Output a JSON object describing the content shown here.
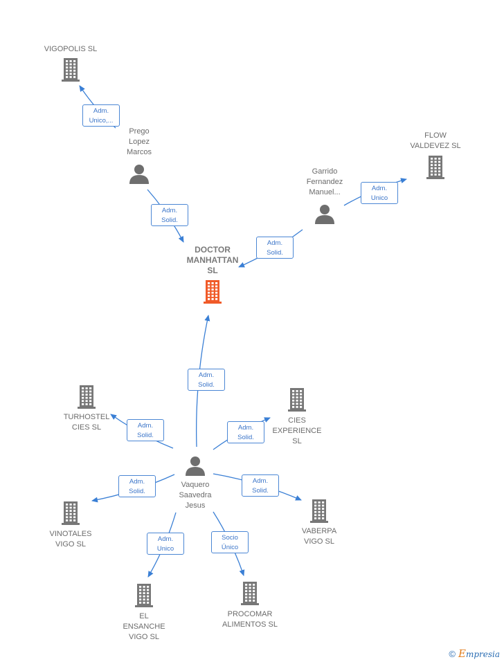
{
  "nodes": {
    "doctor": {
      "label": "DOCTOR\nMANHATTAN\nSL",
      "type": "company-main"
    },
    "vigopolis": {
      "label": "VIGOPOLIS  SL",
      "type": "company"
    },
    "prego": {
      "label": "Prego\nLopez\nMarcos",
      "type": "person"
    },
    "flow": {
      "label": "FLOW\nVALDEVEZ  SL",
      "type": "company"
    },
    "garrido": {
      "label": "Garrido\nFernandez\nManuel...",
      "type": "person"
    },
    "vaquero": {
      "label": "Vaquero\nSaavedra\nJesus",
      "type": "person"
    },
    "turhostel": {
      "label": "TURHOSTEL\nCIES SL",
      "type": "company"
    },
    "cies": {
      "label": "CIES\nEXPERIENCE\nSL",
      "type": "company"
    },
    "vinotales": {
      "label": "VINOTALES\nVIGO  SL",
      "type": "company"
    },
    "vaberpa": {
      "label": "VABERPA\nVIGO  SL",
      "type": "company"
    },
    "ensanche": {
      "label": "EL\nENSANCHE\nVIGO SL",
      "type": "company"
    },
    "procomar": {
      "label": "PROCOMAR\nALIMENTOS  SL",
      "type": "company"
    }
  },
  "edges": [
    {
      "from": "prego",
      "to": "vigopolis",
      "label": "Adm.\nUnico,..."
    },
    {
      "from": "prego",
      "to": "doctor",
      "label": "Adm.\nSolid."
    },
    {
      "from": "garrido",
      "to": "flow",
      "label": "Adm.\nUnico"
    },
    {
      "from": "garrido",
      "to": "doctor",
      "label": "Adm.\nSolid."
    },
    {
      "from": "vaquero",
      "to": "doctor",
      "label": "Adm.\nSolid."
    },
    {
      "from": "vaquero",
      "to": "turhostel",
      "label": "Adm.\nSolid."
    },
    {
      "from": "vaquero",
      "to": "cies",
      "label": "Adm.\nSolid."
    },
    {
      "from": "vaquero",
      "to": "vinotales",
      "label": "Adm.\nSolid."
    },
    {
      "from": "vaquero",
      "to": "vaberpa",
      "label": "Adm.\nSolid."
    },
    {
      "from": "vaquero",
      "to": "ensanche",
      "label": "Adm.\nUnico"
    },
    {
      "from": "vaquero",
      "to": "procomar",
      "label": "Socio\nÚnico"
    }
  ],
  "colors": {
    "edge": "#3a7fd5",
    "company": "#777777",
    "main": "#f05a28",
    "person": "#6e6e6e"
  },
  "footer": {
    "copyright": "©",
    "brand_e": "E",
    "brand_rest": "mpresia"
  }
}
